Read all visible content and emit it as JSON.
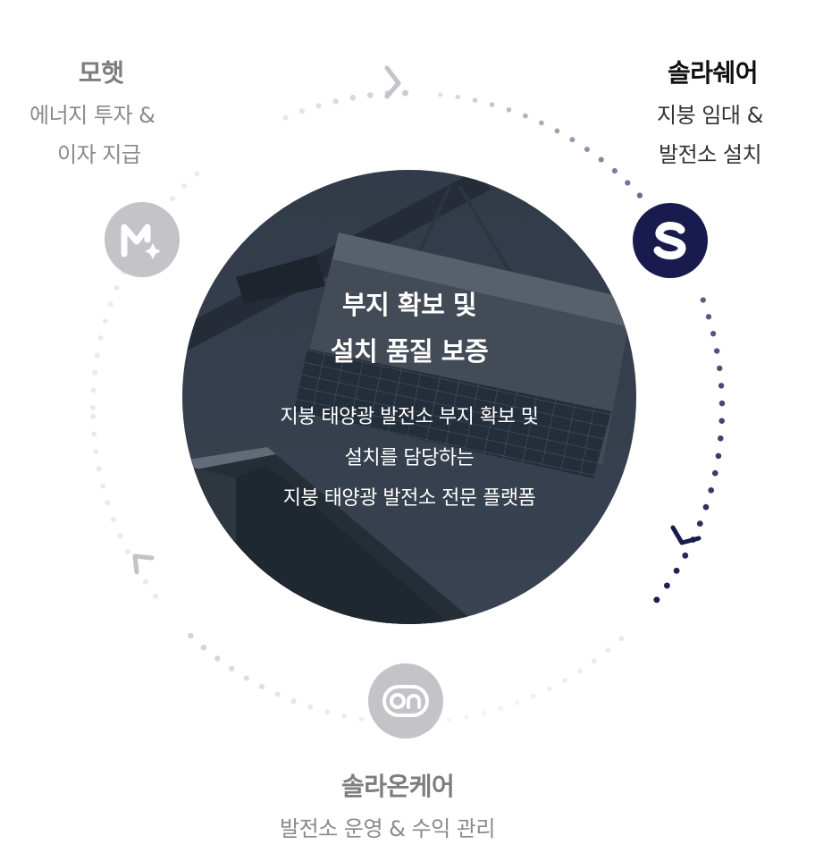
{
  "center": {
    "title_lines": [
      "부지 확보 및",
      "설치 품질 보증"
    ],
    "description_lines": [
      "지붕 태양광 발전소 부지 확보 및",
      "설치를 담당하는",
      "지붕 태양광 발전소 전문 플랫폼"
    ]
  },
  "steps": {
    "mohaet": {
      "title": "모햇",
      "sub_lines": [
        "에너지 투자 &",
        "이자 지급"
      ],
      "icon": "mohaet-logo-icon",
      "color": "#c3c3c8",
      "active": false
    },
    "solarshare": {
      "title": "솔라쉐어",
      "sub_lines": [
        "지붕 임대 &",
        "발전소 설치"
      ],
      "icon": "solarshare-logo-icon",
      "color": "#191a4e",
      "active": true
    },
    "solaroncare": {
      "title": "솔라온케어",
      "sub_lines": [
        "발전소 운영 & 수익 관리"
      ],
      "icon": "solaroncare-logo-icon",
      "color": "#c3c3c8",
      "active": false
    }
  },
  "colors": {
    "active_dark": "#191a4e",
    "inactive_gray": "#c3c3c8",
    "title_dark": "#111111",
    "title_gray": "#7d7d7d",
    "sub_dark": "#333333",
    "sub_gray": "#8a8a8a"
  }
}
